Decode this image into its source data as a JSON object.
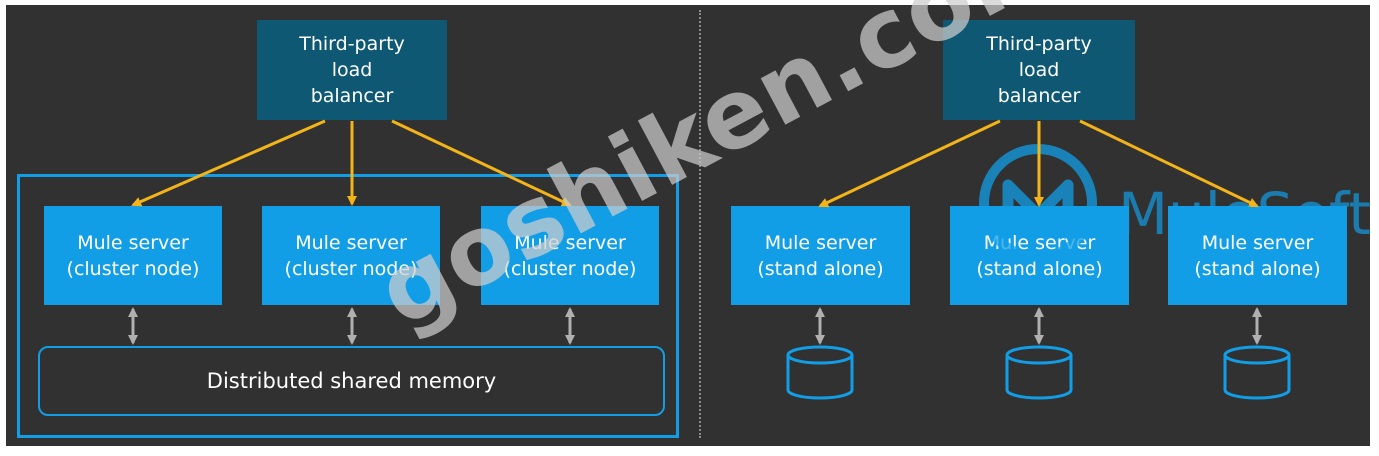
{
  "left": {
    "load_balancer": "Third-party\nload\nbalancer",
    "nodes": [
      {
        "line1": "Mule server",
        "line2": "(cluster node)"
      },
      {
        "line1": "Mule server",
        "line2": "(cluster node)"
      },
      {
        "line1": "Mule server",
        "line2": "(cluster node)"
      }
    ],
    "shared_memory": "Distributed shared memory"
  },
  "right": {
    "load_balancer": "Third-party\nload\nbalancer",
    "nodes": [
      {
        "line1": "Mule server",
        "line2": "(stand alone)"
      },
      {
        "line1": "Mule server",
        "line2": "(stand alone)"
      },
      {
        "line1": "Mule server",
        "line2": "(stand alone)"
      }
    ]
  },
  "watermark": "goshiken.com",
  "brand": "MuleSoft",
  "colors": {
    "background": "#313131",
    "load_balancer": "#0f5873",
    "node": "#129ee6",
    "arrow": "#f2b418",
    "connector": "#b0b0b0"
  }
}
